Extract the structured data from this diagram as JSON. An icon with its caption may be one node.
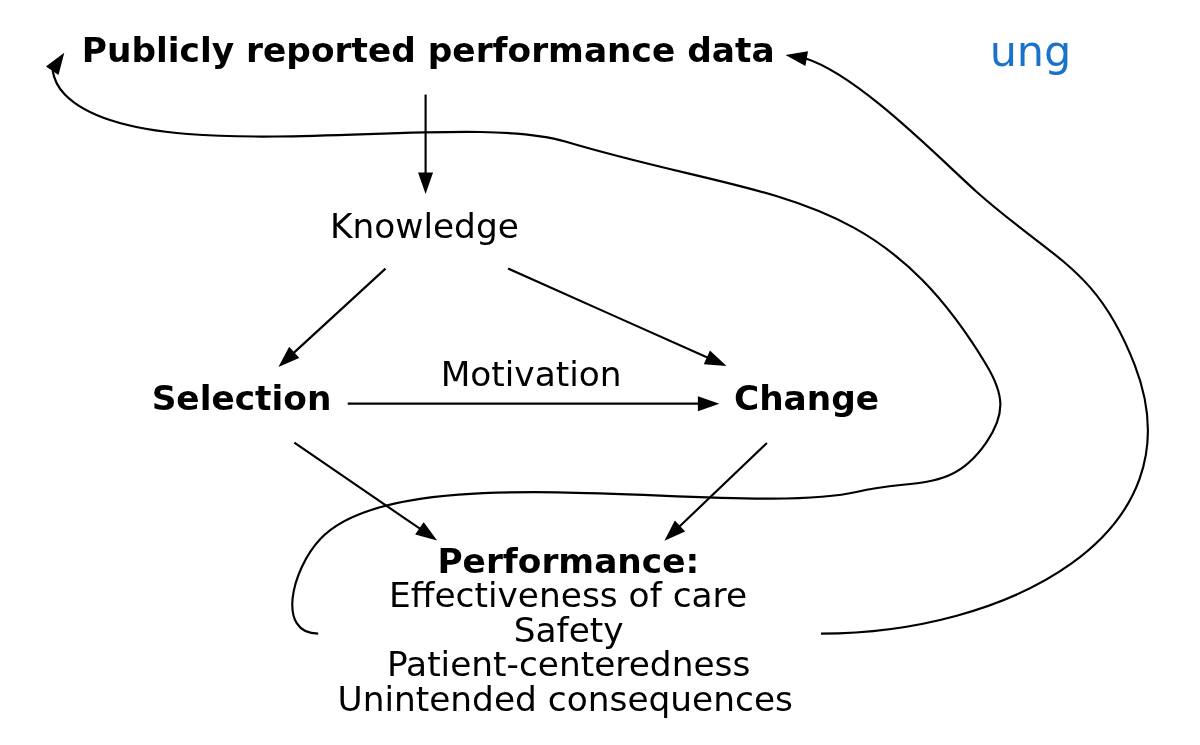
{
  "diagram": {
    "nodes": [
      {
        "text": [
          "Publicly reported performance data"
        ]
      },
      {
        "text": [
          "Knowledge"
        ]
      },
      {
        "text": [
          "Selection"
        ]
      },
      {
        "text": [
          "Change"
        ]
      },
      {
        "text": [
          "Performance:",
          "Effectiveness of care",
          "Safety",
          "Patient-centeredness",
          "Unintended consequences"
        ]
      }
    ],
    "edges": [
      {
        "from": 0,
        "to": 1,
        "arrow": "to"
      },
      {
        "from": 1,
        "to": 2,
        "arrow": "to"
      },
      {
        "from": 1,
        "to": 3,
        "arrow": "to"
      },
      {
        "from": 2,
        "to": 3,
        "arrow": "to",
        "label": "Motivation"
      },
      {
        "from": 2,
        "to": 4,
        "arrow": "to"
      },
      {
        "from": 3,
        "to": 4,
        "arrow": "to"
      },
      {
        "from": 4,
        "to": 0,
        "arrow": "to"
      },
      {
        "from": 4,
        "to": 0,
        "arrow": "to"
      }
    ],
    "labels": [
      "ung"
    ]
  }
}
